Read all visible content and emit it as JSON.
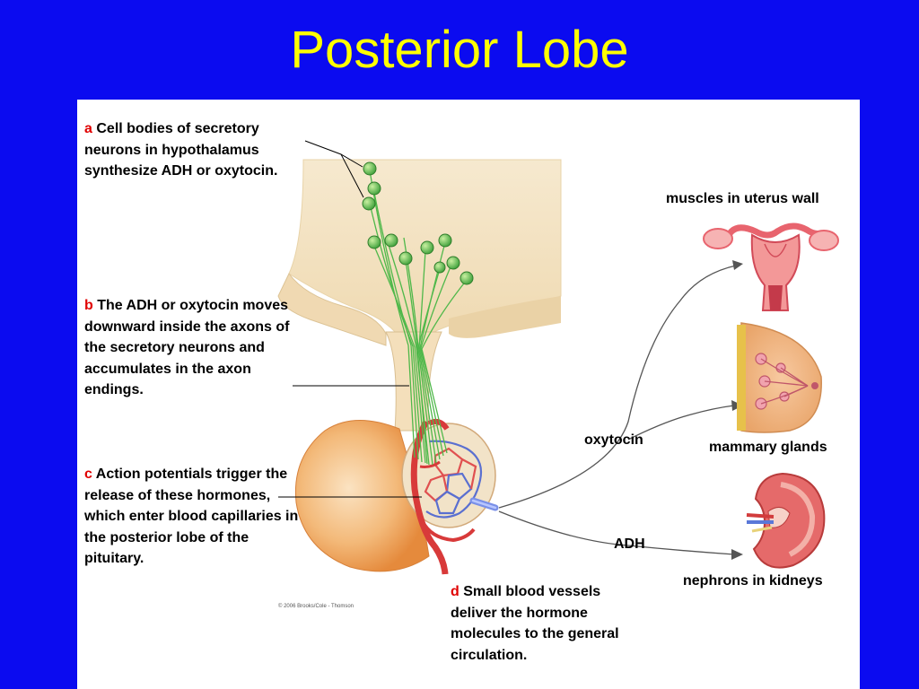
{
  "title": "Posterior Lobe",
  "captions": [
    {
      "letter": "a",
      "text": "Cell bodies of secretory neurons in hypothalamus synthesize ADH or oxytocin."
    },
    {
      "letter": "b",
      "text": "The ADH or oxytocin moves downward inside the axons of the secretory neurons and accumulates in the axon endings."
    },
    {
      "letter": "c",
      "text": "Action potentials trigger the release of these hormones, which enter blood capillaries in the posterior lobe of the pituitary."
    },
    {
      "letter": "d",
      "text": "Small blood vessels deliver the hormone molecules to the general circulation."
    }
  ],
  "hormones": {
    "oxytocin": "oxytocin",
    "adh": "ADH"
  },
  "targets": {
    "uterus": "muscles in uterus wall",
    "mammary": "mammary glands",
    "kidneys": "nephrons in kidneys"
  },
  "credit": "© 2006 Brooks/Cole - Thomson",
  "colors": {
    "background": "#0b0bf0",
    "title": "#ffff00",
    "caption_letter": "#e00000"
  }
}
